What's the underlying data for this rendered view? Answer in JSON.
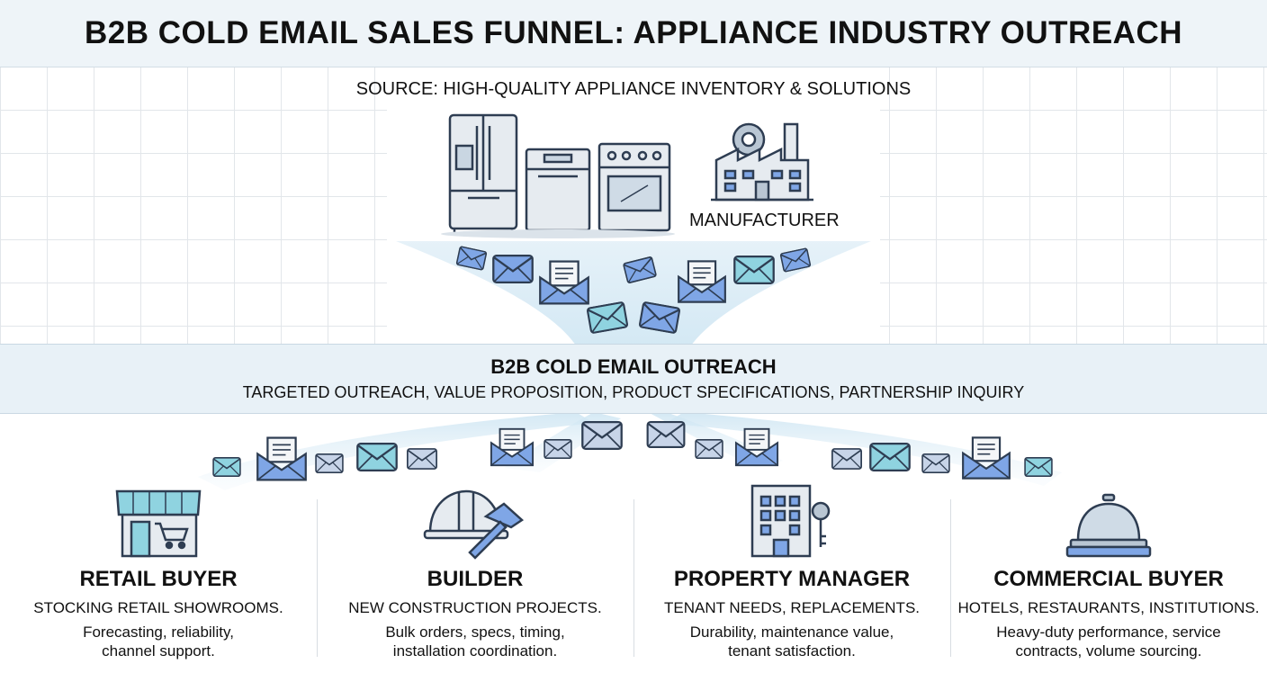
{
  "title": "B2B COLD EMAIL SALES FUNNEL: APPLIANCE INDUSTRY OUTREACH",
  "source_label": "SOURCE: HIGH-QUALITY APPLIANCE INVENTORY & SOLUTIONS",
  "manufacturer_label": "MANUFACTURER",
  "outreach": {
    "title": "B2B COLD EMAIL OUTREACH",
    "subtitle": "TARGETED OUTREACH, VALUE PROPOSITION, PRODUCT SPECIFICATIONS, PARTNERSHIP INQUIRY"
  },
  "segments": [
    {
      "title": "RETAIL BUYER",
      "subtitle": "STOCKING RETAIL SHOWROOMS.",
      "desc1": "Forecasting, reliability,",
      "desc2": "channel support.",
      "icon": "storefront-icon"
    },
    {
      "title": "BUILDER",
      "subtitle": "NEW CONSTRUCTION PROJECTS.",
      "desc1": "Bulk orders, specs, timing,",
      "desc2": "installation coordination.",
      "icon": "hardhat-hammer-icon"
    },
    {
      "title": "PROPERTY MANAGER",
      "subtitle": "TENANT NEEDS, REPLACEMENTS.",
      "desc1": "Durability, maintenance value,",
      "desc2": "tenant satisfaction.",
      "icon": "building-key-icon"
    },
    {
      "title": "COMMERCIAL BUYER",
      "subtitle": "HOTELS, RESTAURANTS, INSTITUTIONS.",
      "desc1": "Heavy-duty performance, service",
      "desc2": "contracts, volume sourcing.",
      "icon": "service-bell-icon"
    }
  ],
  "colors": {
    "title_bg": "#eef4f8",
    "band_bg": "#e8f1f7",
    "icon_stroke": "#2e3d52",
    "envelope_blue": "#7fa6e6",
    "envelope_teal": "#8fd3e0"
  }
}
